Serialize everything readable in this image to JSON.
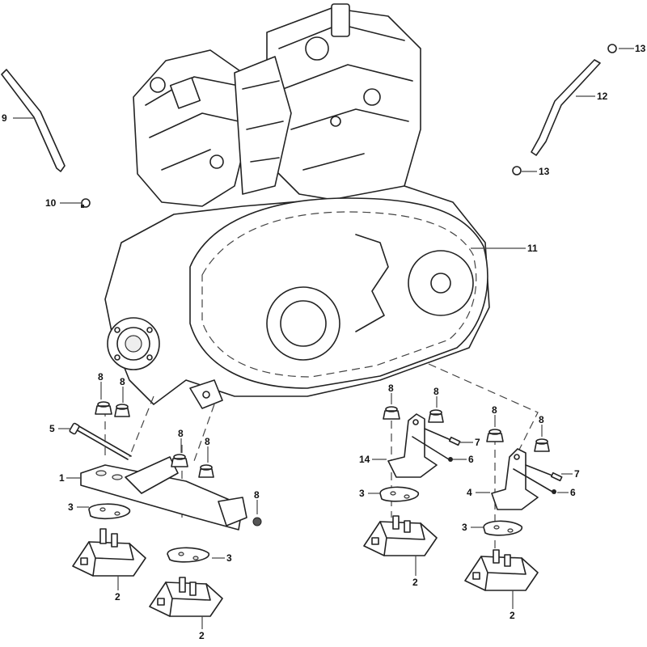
{
  "diagram": {
    "title": "Engine mounting exploded view",
    "callouts": [
      {
        "id": "c9",
        "label": "9"
      },
      {
        "id": "c10",
        "label": "10"
      },
      {
        "id": "c11",
        "label": "11"
      },
      {
        "id": "c12",
        "label": "12"
      },
      {
        "id": "c13a",
        "label": "13"
      },
      {
        "id": "c13b",
        "label": "13"
      },
      {
        "id": "c5",
        "label": "5"
      },
      {
        "id": "c1",
        "label": "1"
      },
      {
        "id": "c3a",
        "label": "3"
      },
      {
        "id": "c3b",
        "label": "3"
      },
      {
        "id": "c2a",
        "label": "2"
      },
      {
        "id": "c2b",
        "label": "2"
      },
      {
        "id": "c8a",
        "label": "8"
      },
      {
        "id": "c8b",
        "label": "8"
      },
      {
        "id": "c8c",
        "label": "8"
      },
      {
        "id": "c8d",
        "label": "8"
      },
      {
        "id": "c8e",
        "label": "8"
      },
      {
        "id": "c8f",
        "label": "8"
      },
      {
        "id": "c8g",
        "label": "8"
      },
      {
        "id": "c8h",
        "label": "8"
      },
      {
        "id": "c8i",
        "label": "8"
      },
      {
        "id": "c14",
        "label": "14"
      },
      {
        "id": "c7a",
        "label": "7"
      },
      {
        "id": "c6a",
        "label": "6"
      },
      {
        "id": "c3c",
        "label": "3"
      },
      {
        "id": "c2c",
        "label": "2"
      },
      {
        "id": "c4",
        "label": "4"
      },
      {
        "id": "c7b",
        "label": "7"
      },
      {
        "id": "c6b",
        "label": "6"
      },
      {
        "id": "c3d",
        "label": "3"
      },
      {
        "id": "c2d",
        "label": "2"
      }
    ]
  }
}
